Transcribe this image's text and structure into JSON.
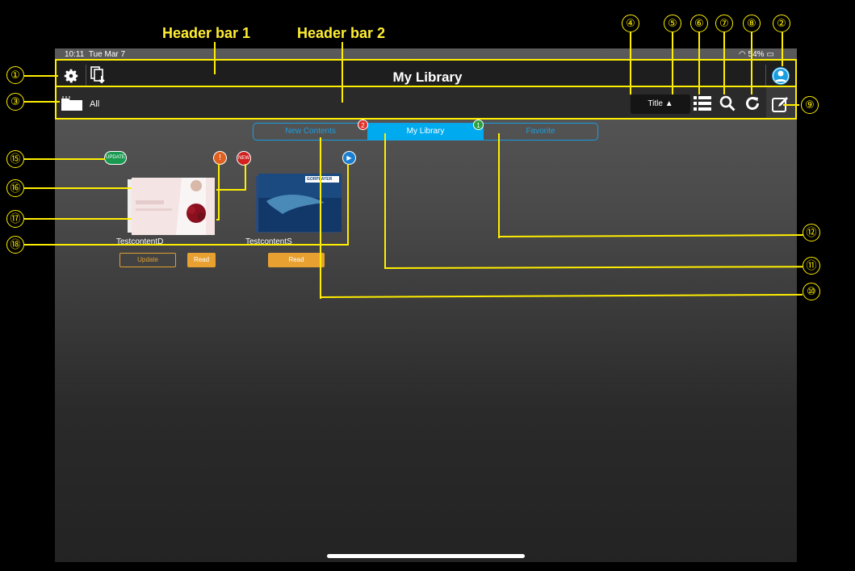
{
  "status": {
    "time": "10:11",
    "date": "Tue Mar 7",
    "battery": "54%"
  },
  "annotations": {
    "header1": "Header bar 1",
    "header2": "Header bar 2"
  },
  "header": {
    "title": "My Library"
  },
  "toolbar": {
    "folder_label": "All",
    "sort_label": "Title ▲"
  },
  "tabs": [
    {
      "label": "New Contents",
      "badge": "2",
      "badge_color": "#e0302a"
    },
    {
      "label": "My Library",
      "active": true,
      "badge": "1",
      "badge_color": "#2aa040"
    },
    {
      "label": "Favorite"
    }
  ],
  "contents": [
    {
      "name": "TestcontentD",
      "buttons": [
        "Update",
        "Read"
      ],
      "badges": [
        "UPDATE",
        "!",
        "NEW"
      ]
    },
    {
      "name": "TestcontentS",
      "buttons": [
        "Read"
      ],
      "thumb_text": "GORPLAYER"
    }
  ],
  "callouts": [
    "①",
    "②",
    "③",
    "④",
    "⑤",
    "⑥",
    "⑦",
    "⑧",
    "⑨",
    "⑩",
    "⑪",
    "⑫",
    "⑮",
    "⑯",
    "⑰",
    "⑱"
  ],
  "colors": {
    "highlight": "#ffee00",
    "accent": "#00aaee",
    "button": "#e8a030"
  }
}
